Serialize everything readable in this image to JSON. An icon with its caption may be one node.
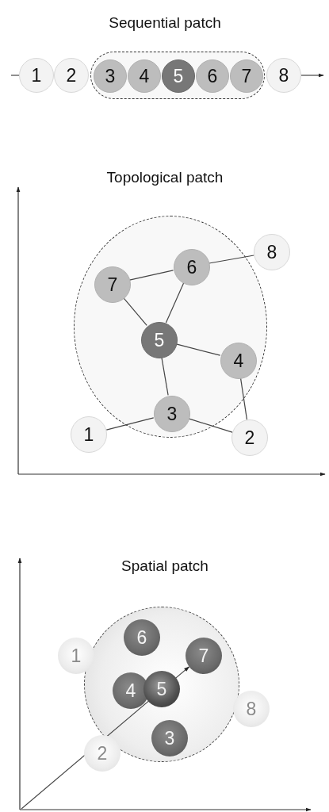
{
  "diagram": {
    "nodes": [
      {
        "text": [],
        "shape": "box"
      },
      {
        "text": [
          "1"
        ]
      },
      {
        "text": [
          "2"
        ]
      },
      {
        "text": [
          "3"
        ],
        "in": 0
      },
      {
        "text": [
          "4"
        ],
        "in": 0
      },
      {
        "text": [
          "5"
        ],
        "in": 0
      },
      {
        "text": [
          "6"
        ],
        "in": 0
      },
      {
        "text": [
          "7"
        ],
        "in": 0
      },
      {
        "text": [
          "8"
        ]
      },
      {
        "text": [],
        "shape": "circle"
      },
      {
        "text": [
          "1"
        ]
      },
      {
        "text": [
          "2"
        ]
      },
      {
        "text": [
          "3"
        ],
        "in": 9
      },
      {
        "text": [
          "4"
        ],
        "in": 9
      },
      {
        "text": [
          "5"
        ],
        "in": 9
      },
      {
        "text": [
          "6"
        ],
        "in": 9
      },
      {
        "text": [
          "7"
        ],
        "in": 9
      },
      {
        "text": [
          "8"
        ]
      },
      {
        "text": [],
        "shape": "circle"
      },
      {
        "text": [
          "1"
        ]
      },
      {
        "text": [
          "2"
        ]
      },
      {
        "text": [
          "3"
        ],
        "in": 18
      },
      {
        "text": [
          "4"
        ],
        "in": 18
      },
      {
        "text": [
          "5"
        ],
        "in": 18
      },
      {
        "text": [
          "6"
        ],
        "in": 18
      },
      {
        "text": [
          "7"
        ],
        "in": 18
      },
      {
        "text": [
          "8"
        ]
      }
    ],
    "edges": [
      {
        "from": null,
        "to": 1,
        "arrow": "none"
      },
      {
        "from": 8,
        "to": null,
        "arrow": "to"
      },
      {
        "from": 10,
        "to": 12,
        "arrow": "none"
      },
      {
        "from": 12,
        "to": 11,
        "arrow": "none"
      },
      {
        "from": 12,
        "to": 14,
        "arrow": "none"
      },
      {
        "from": 14,
        "to": 16,
        "arrow": "none"
      },
      {
        "from": 14,
        "to": 15,
        "arrow": "none"
      },
      {
        "from": 16,
        "to": 15,
        "arrow": "none"
      },
      {
        "from": 15,
        "to": 17,
        "arrow": "none"
      },
      {
        "from": 14,
        "to": 13,
        "arrow": "none"
      },
      {
        "from": 13,
        "to": 11,
        "arrow": "none"
      },
      {
        "from": null,
        "to": 25,
        "arrow": "to"
      }
    ],
    "labels": [
      "Sequential patch",
      "Topological patch",
      "Spatial patch"
    ]
  }
}
